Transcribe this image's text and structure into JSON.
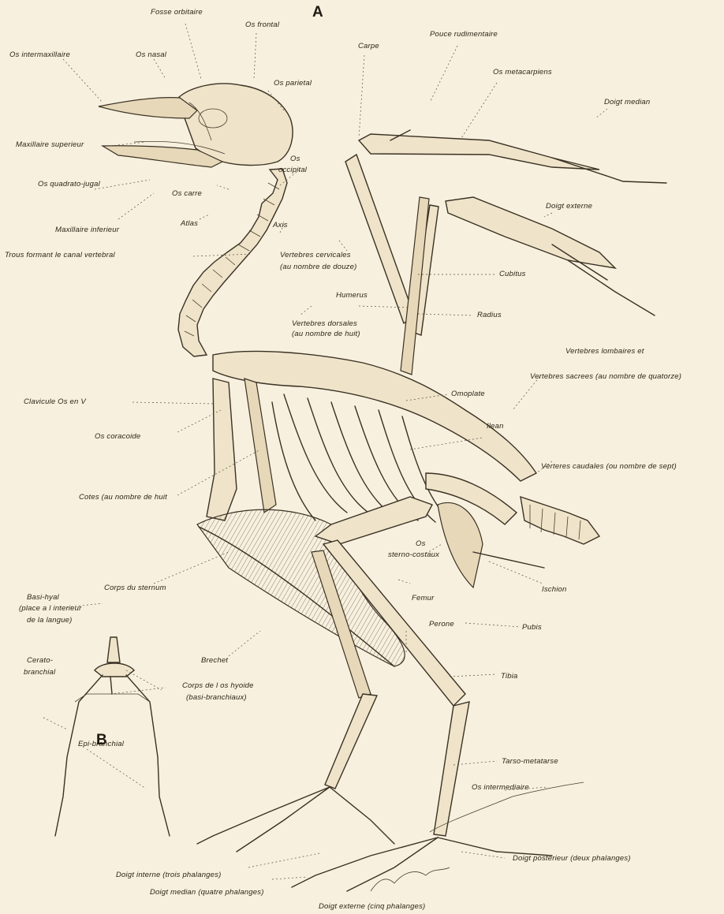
{
  "figure_letters": {
    "main": "A",
    "inset": "B"
  },
  "labels": {
    "fosse_orbitaire": "Fosse orbitaire",
    "os_frontal": "Os frontal",
    "os_intermaxillaire": "Os intermaxillaire",
    "os_nasal": "Os nasal",
    "carpe": "Carpe",
    "pouce_rudimentaire": "Pouce rudimentaire",
    "os_metacarpiens": "Os metacarpiens",
    "doigt_median": "Doigt median",
    "os_parietal": "Os parietal",
    "maxillaire_superieur": "Maxillaire superieur",
    "os_occipital_1": "Os",
    "os_occipital_2": "occipital",
    "os_quadrato_jugal": "Os quadrato-jugal",
    "os_carre": "Os carre",
    "doigt_externe": "Doigt externe",
    "maxillaire_inferieur": "Maxillaire inferieur",
    "atlas": "Atlas",
    "axis": "Axis",
    "trous_canal": "Trous formant le canal vertebral",
    "vert_cervicales_1": "Vertebres cervicales",
    "vert_cervicales_2": "(au nombre de douze)",
    "cubitus": "Cubitus",
    "humerus": "Humerus",
    "radius": "Radius",
    "vert_dorsales_1": "Vertebres dorsales",
    "vert_dorsales_2": "(au nombre de huit)",
    "vert_lombaires": "Vertebres lombaires       et",
    "vert_sacrees": "Vertebres sacrees (au nombre de quatorze)",
    "clavicule": "Clavicule  Os en V",
    "omoplate": "Omoplate",
    "os_coracoide": "Os coracoide",
    "ilean": "Ilean",
    "vert_caudales": "Verteres caudales (ou nombre de sept)",
    "cotes": "Cotes (au nombre de huit",
    "os_sterno_1": "Os",
    "os_sterno_2": "sterno-costaux",
    "corps_sternum": "Corps du sternum",
    "ischion": "Ischion",
    "femur": "Femur",
    "basi_hyal_1": "Basi-hyal",
    "basi_hyal_2": "(place a l interieur",
    "basi_hyal_3": "de la langue)",
    "perone": "Perone",
    "pubis": "Pubis",
    "brechet": "Brechet",
    "cerato_1": "Cerato-",
    "cerato_2": "branchial",
    "corps_hyoide_1": "Corps de l os hyoide",
    "corps_hyoide_2": "(basi-branchiaux)",
    "tibia": "Tibia",
    "epi_branchial": "Epi-branchial",
    "tarso_metatarse": "Tarso-metatarse",
    "os_intermediaire": "Os intermediaire",
    "doigt_posterieur": "Doigt posterieur (deux phalanges)",
    "doigt_interne": "Doigt interne (trois phalanges)",
    "doigt_median_pied": "Doigt median (quatre phalanges)",
    "doigt_externe_pied": "Doigt externe (cinq phalanges)"
  }
}
